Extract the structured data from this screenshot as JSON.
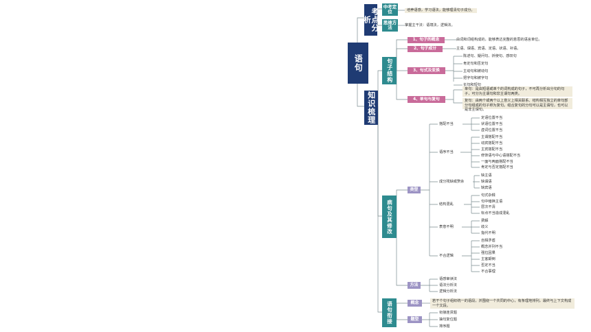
{
  "root": "语句",
  "kaodian": {
    "title": "考点分析",
    "zhongkao": {
      "label": "中考定位",
      "text": "培养语感，学习语法，能够理清句子成分。"
    },
    "siwei": {
      "label": "思维方法",
      "text": "掌握主干法：语境法，逻辑法。"
    }
  },
  "zhishi": {
    "title": "知识梳理",
    "jujiegou": {
      "label": "句子结构",
      "gainian": {
        "label": "1、句子的概念",
        "text": "由词和词组构成的，能够表达完整的意思的语言单位。"
      },
      "chengfen": {
        "label": "2、句子成分",
        "text": "主语、谓语、宾语、定语、状语、补语。"
      },
      "bianhuan": {
        "label": "3、句式及变换",
        "items": [
          "陈述句、疑问句、祈使句、感叹句",
          "肯定句和否定句",
          "主动句和被动句",
          "把字句和被字句",
          "长句和短句"
        ]
      },
      "danfu": {
        "label": "4、单句与复句",
        "dan": "单句：是由短语或单个的词构成的句子，不可再分析出分句的句子，可分为主谓句和非主谓句两类。",
        "fu": "复句：由两个或两个以上意义上相关联系、结构相互独立的单句部分句组成的句子称为复句。组合复句的分句可以是主谓句，也可以是非主谓句。"
      }
    },
    "bingju": {
      "label": "病句及其修改",
      "leixing": {
        "label": "类型",
        "groups": [
          {
            "label": "搭配不当",
            "items": [
              "定语位置不当",
              "状语位置不当",
              "虚词位置不当"
            ]
          },
          {
            "label": "语序不当",
            "items": [
              "主谓搭配不当",
              "动宾搭配不当",
              "主宾搭配不当",
              "修饰语与中心语搭配不当",
              "一面与两面搭配不当",
              "肯定与否定搭配不当"
            ]
          },
          {
            "label": "成分残缺或赘余",
            "items": [
              "缺主语",
              "缺谓语",
              "缺宾语"
            ]
          },
          {
            "label": "结构混乱",
            "items": [
              "句式杂糅",
              "句中暗换主语",
              "层次不清",
              "标点不当造成混乱"
            ]
          },
          {
            "label": "表意不明",
            "items": [
              "费解",
              "歧义",
              "指代不明"
            ]
          },
          {
            "label": "不合逻辑",
            "items": [
              "自相矛盾",
              "概念并列不当",
              "强拉因果",
              "主客颠倒",
              "否定不当",
              "不合事理"
            ]
          }
        ]
      },
      "fangfa": {
        "label": "方法",
        "items": [
          "语感审读法",
          "语法分析法",
          "逻辑分析法"
        ]
      }
    },
    "xianjie": {
      "label": "语句衔接",
      "gainian": {
        "label": "概念",
        "text": "若干个句子组织统一的语段，并围绕一个共同的中心，有条理地排列，最终与上下文构成一个文段。"
      },
      "leixing": {
        "label": "题型",
        "items": [
          "衔接连贯题",
          "抽句复位题",
          "排序题"
        ]
      }
    },
    "colors": {
      "navy": "#1f3b73",
      "teal": "#2e8b8f",
      "pink": "#c96b9a",
      "lavender": "#9c93c4"
    }
  }
}
